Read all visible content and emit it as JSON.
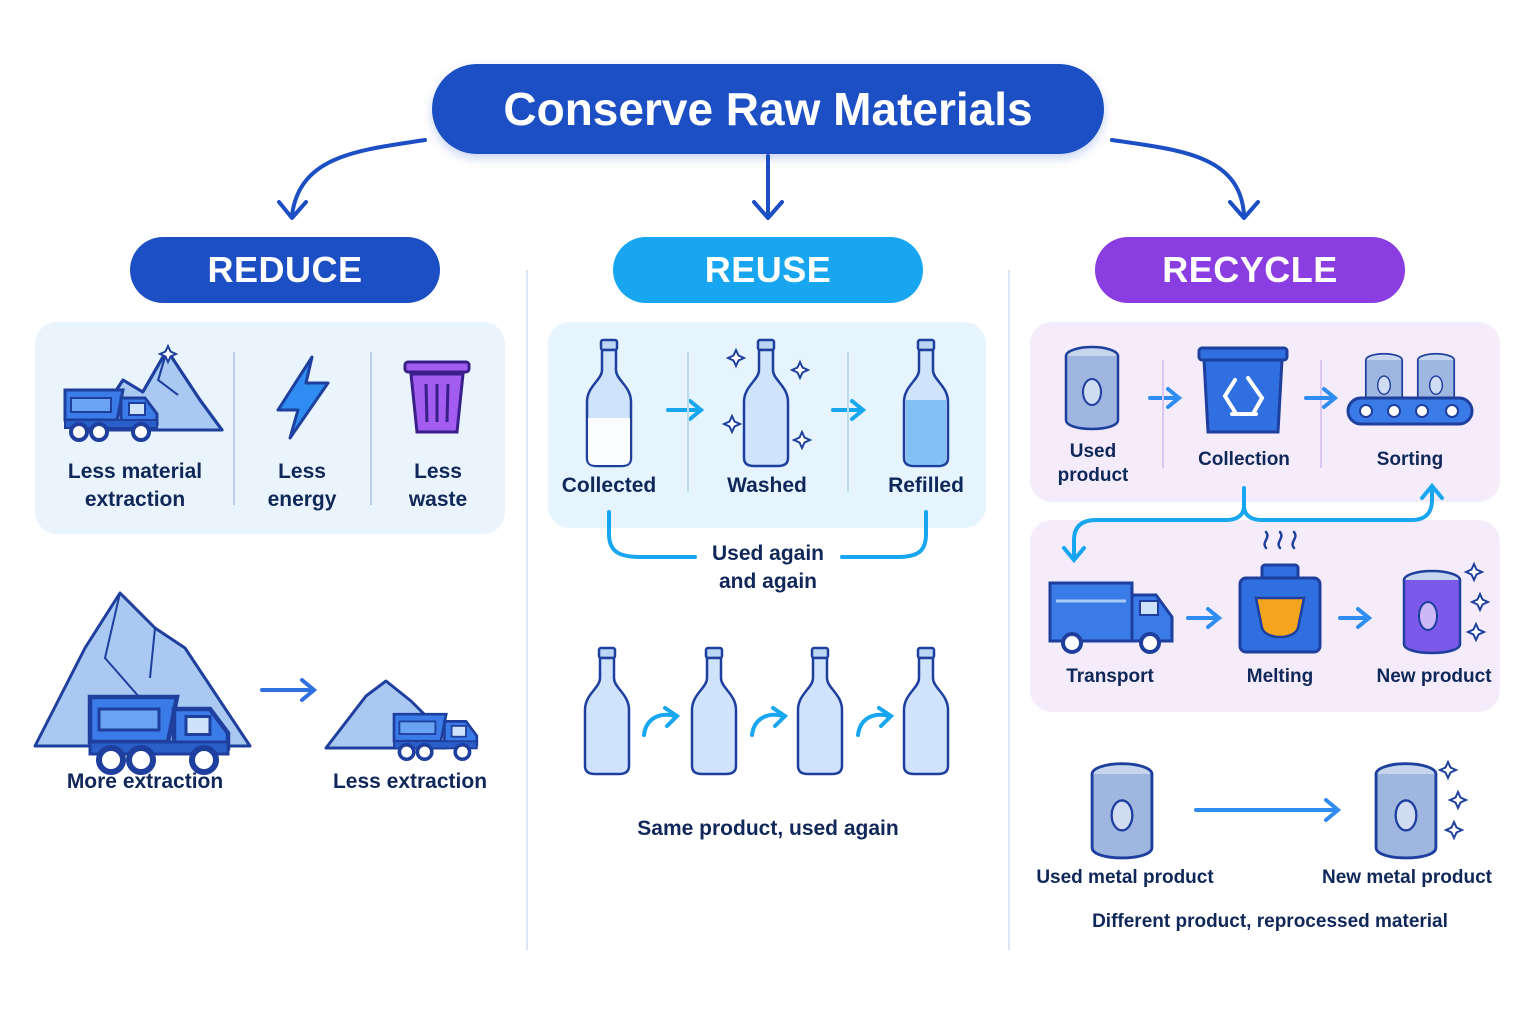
{
  "title": "Conserve Raw Materials",
  "reduce": {
    "heading": "REDUCE",
    "items": [
      "Less material extraction",
      "Less energy",
      "Less waste"
    ],
    "compare": [
      "More extraction",
      "Less extraction"
    ]
  },
  "reuse": {
    "heading": "REUSE",
    "steps": [
      "Collected",
      "Washed",
      "Refilled"
    ],
    "loop_label": "Used again and again",
    "caption": "Same product, used again"
  },
  "recycle": {
    "heading": "RECYCLE",
    "top_steps": [
      "Used product",
      "Collection",
      "Sorting"
    ],
    "bottom_steps": [
      "Transport",
      "Melting",
      "New product"
    ],
    "compare": [
      "Used metal product",
      "New metal product"
    ],
    "caption": "Different product, reprocessed material"
  },
  "colors": {
    "reduce": "#1d4fc4",
    "reuse": "#17a6ef",
    "recycle": "#8a3de0",
    "icon_fill": "#8fb8ee",
    "icon_stroke": "#1e3f9e"
  }
}
